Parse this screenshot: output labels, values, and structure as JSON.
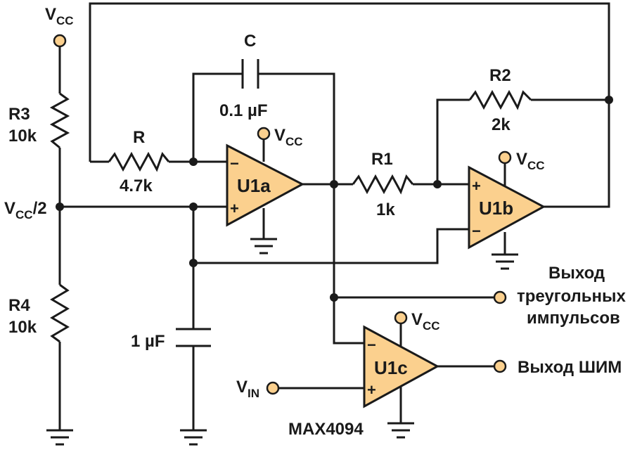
{
  "labels": {
    "vcc_main": "V",
    "vcc_sub": "CC",
    "r3_name": "R3",
    "r3_value": "10k",
    "r4_name": "R4",
    "r4_value": "10k",
    "mid_v": "V",
    "mid_sub": "CC",
    "mid_div": "/2",
    "r_name": "R",
    "r_value": "4.7k",
    "c_name": "C",
    "c_value": "0.1 µF",
    "r1_name": "R1",
    "r1_value": "1k",
    "r2_name": "R2",
    "r2_value": "2k",
    "c2_value": "1 µF",
    "u1a": "U1a",
    "u1b": "U1b",
    "u1c": "U1c",
    "vcc_u1a": "V",
    "vcc_u1a_sub": "CC",
    "vcc_u1b": "V",
    "vcc_u1b_sub": "CC",
    "vcc_u1c": "V",
    "vcc_u1c_sub": "CC",
    "tri_out_1": "Выход",
    "tri_out_2": "треугольных",
    "tri_out_3": "импульсов",
    "pwm_out": "Выход ШИМ",
    "vin": "V",
    "vin_sub": "IN",
    "chip": "MAX4094",
    "minus": "−",
    "plus": "+"
  },
  "colors": {
    "opamp_fill": "#fbd08e",
    "wire": "#1a1a1a",
    "background": "#ffffff"
  }
}
